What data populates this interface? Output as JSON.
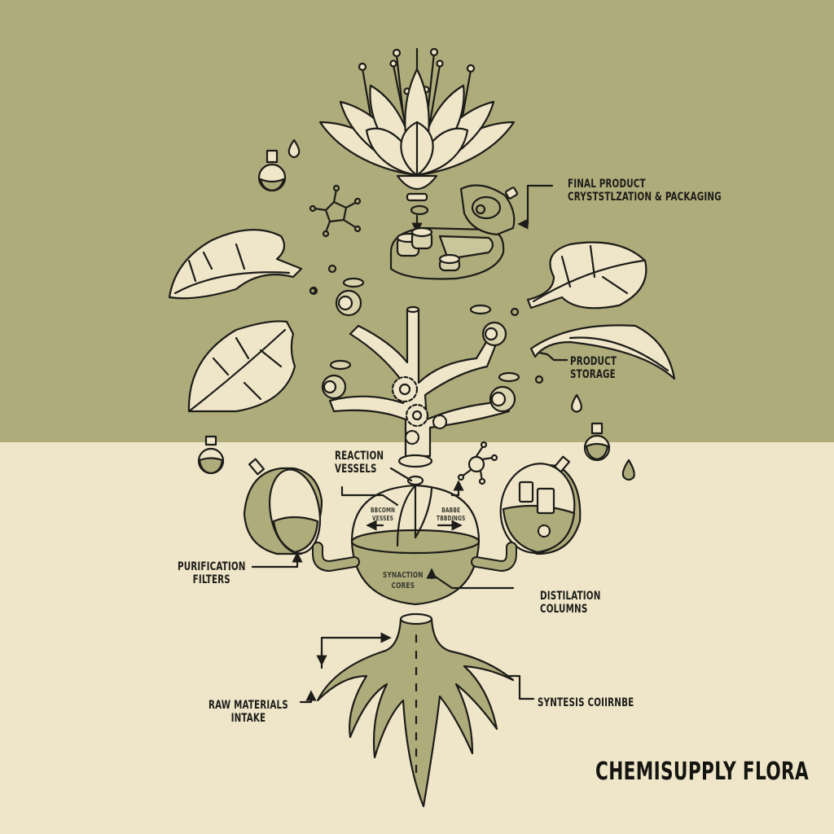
{
  "title": "CHEMISUPPLY FLORA",
  "colors": {
    "top_background": "#aeac7b",
    "bottom_background": "#efe6c9",
    "ink": "#1c1c18",
    "cream_fill": "#efe6c9",
    "olive_fill": "#aeac7b"
  },
  "labels": {
    "final_product": {
      "line1": "FINAL PRODUCT",
      "line2": "CRYSTSTLZATION & PACKAGING"
    },
    "product_storage": {
      "line1": "PRODUCT",
      "line2": "STORAGE"
    },
    "reaction_vessels": {
      "line1": "REACTION",
      "line2": "VESSELS"
    },
    "inner_left": {
      "line1": "BBCOMN",
      "line2": "VESSES"
    },
    "inner_right": {
      "line1": "BABBE",
      "line2": "TBBDINGS"
    },
    "synaction_cores": {
      "line1": "SYNACTION",
      "line2": "CORES"
    },
    "purification_filters": {
      "line1": "PURIFICATION",
      "line2": "FILTERS"
    },
    "distilation_columns": {
      "line1": "DISTILATION",
      "line2": "COLUMNS"
    },
    "raw_materials": {
      "line1": "RAW MATERIALS",
      "line2": "INTAKE"
    },
    "syntesis": {
      "line1": "SYNTESIS COIIRNBE"
    }
  },
  "icons": [
    "lotus-flower-icon",
    "packaging-case-icon",
    "molecule-icon",
    "flask-icon",
    "droplet-icon",
    "leaf-icon",
    "pipe-branch-tree-icon",
    "gear-icon",
    "valve-icon",
    "reaction-sphere-icon",
    "cutaway-vessel-icon",
    "roots-icon"
  ]
}
